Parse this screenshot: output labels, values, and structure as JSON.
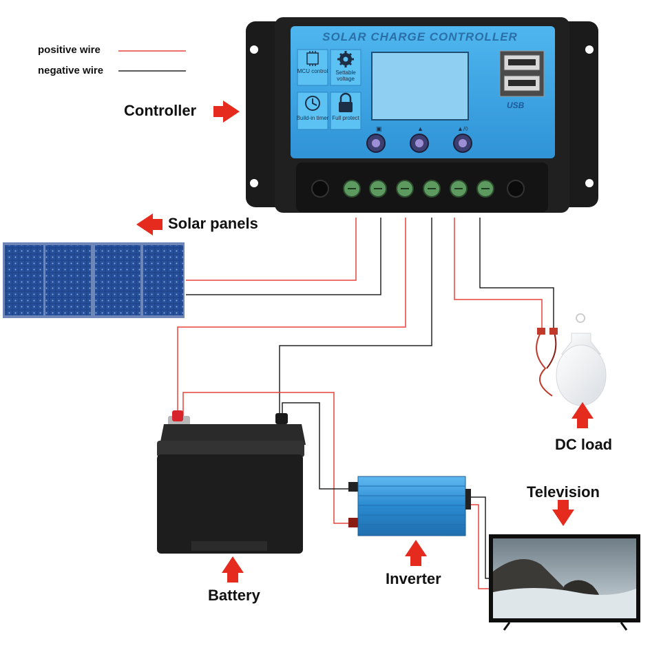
{
  "legend": {
    "positive": "positive wire",
    "negative": "negative wire",
    "positive_color": "#e8413a",
    "negative_color": "#222222"
  },
  "labels": {
    "controller": "Controller",
    "solar_panels": "Solar panels",
    "battery": "Battery",
    "inverter": "Inverter",
    "dc_load": "DC load",
    "television": "Television"
  },
  "controller": {
    "title": "SOLAR CHARGE CONTROLLER",
    "features": [
      {
        "icon": "chip-icon",
        "text": "MCU control"
      },
      {
        "icon": "gear-icon",
        "text": "Settable voltage"
      },
      {
        "icon": "clock-icon",
        "text": "Build-in timer"
      },
      {
        "icon": "lock-icon",
        "text": "Full protect"
      }
    ],
    "usb_label": "USB",
    "panel_color": "#3aa6e6",
    "body_color": "#1c1c1c"
  },
  "arrow_color": "#e52b1e"
}
